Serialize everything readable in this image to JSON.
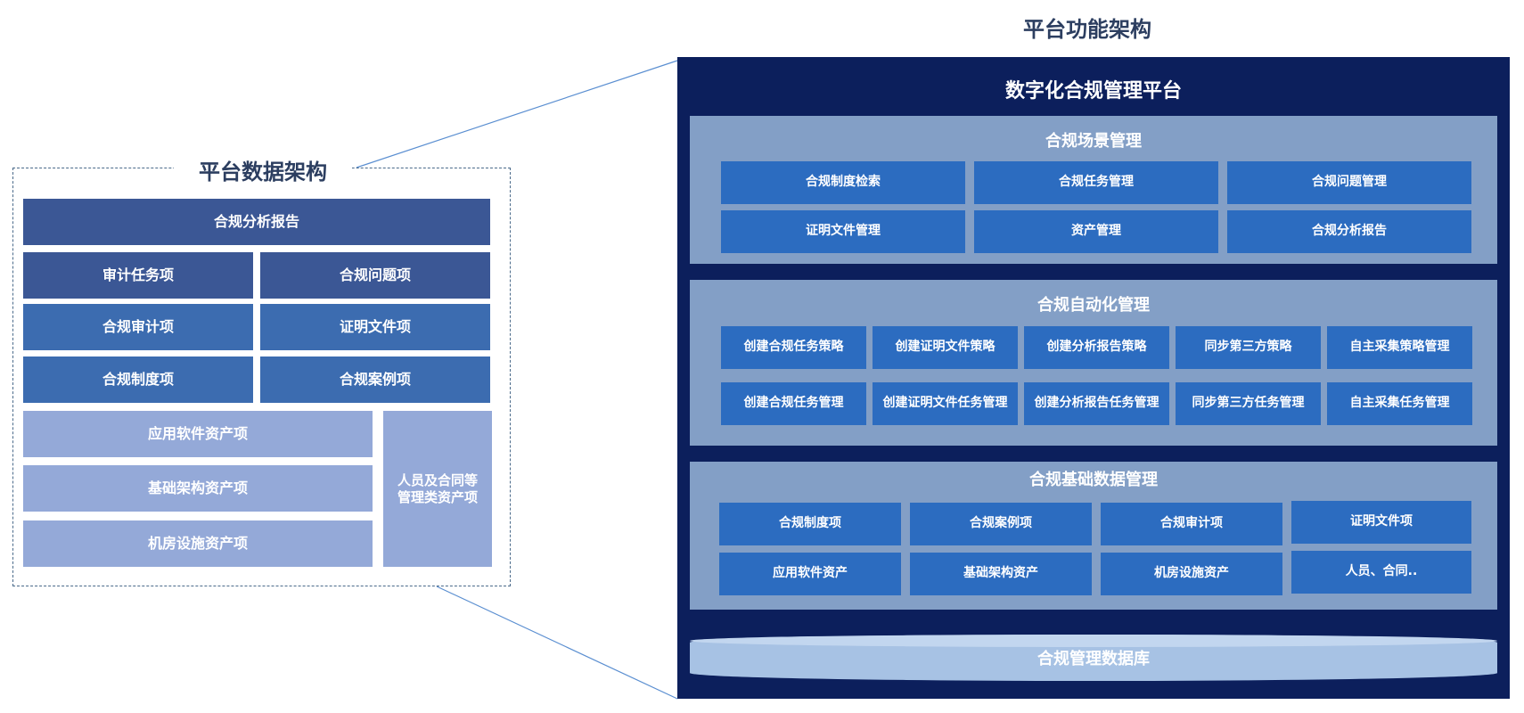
{
  "left_panel": {
    "title": "平台数据架构",
    "report": "合规分析报告",
    "grid": [
      [
        "审计任务项",
        "合规问题项"
      ],
      [
        "合规审计项",
        "证明文件项"
      ],
      [
        "合规制度项",
        "合规案例项"
      ]
    ],
    "assets": [
      "应用软件资产项",
      "基础架构资产项",
      "机房设施资产项"
    ],
    "people": "人员及合同等管理类资产项"
  },
  "right_panel": {
    "title": "平台功能架构",
    "platform": "数字化合规管理平台",
    "scene": {
      "title": "合规场景管理",
      "items": [
        "合规制度检索",
        "合规任务管理",
        "合规问题管理",
        "证明文件管理",
        "资产管理",
        "合规分析报告"
      ]
    },
    "automation": {
      "title": "合规自动化管理",
      "row1": [
        [
          "创建合规任务",
          "策略"
        ],
        [
          "创建证明文件",
          "策略"
        ],
        [
          "创建分析报告",
          "策略"
        ],
        [
          "同步第三方策",
          "略"
        ],
        [
          "自主采集策略",
          "管理"
        ]
      ],
      "row2": [
        [
          "创建合规任务",
          "管理"
        ],
        [
          "创建证明文件",
          "任务管理"
        ],
        [
          "创建分析报告",
          "任务管理"
        ],
        [
          "同步第三方任",
          "务管理"
        ],
        [
          "自主采集任务",
          "管理"
        ]
      ]
    },
    "basic": {
      "title": "合规基础数据管理",
      "row1": [
        "合规制度项",
        "合规案例项",
        "合规审计项",
        "证明文件项"
      ],
      "row2": [
        "应用软件资产",
        "基础架构资产",
        "机房设施资产",
        "人员、合同.."
      ]
    },
    "database": "合规管理数据库"
  },
  "colors": {
    "frame_navy": "#0c1f5c",
    "section": "#839fc6",
    "cell_blue": "#2c6cc0",
    "left_dark": "#3b5795",
    "left_mid": "#3c6cb0",
    "left_light": "#94a9d8",
    "connector": "#5b8fd1"
  }
}
